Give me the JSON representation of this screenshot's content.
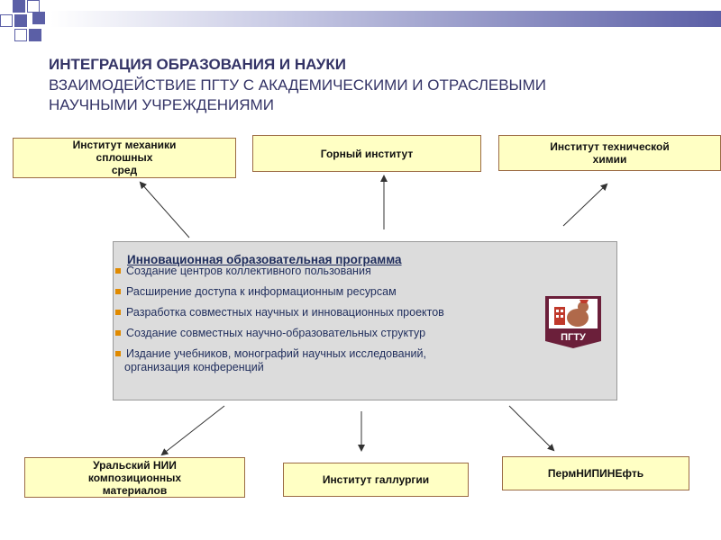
{
  "header": {
    "title": "ИНТЕГРАЦИЯ ОБРАЗОВАНИЯ И НАУКИ",
    "subtitle_line1": "ВЗАИМОДЕЙСТВИЕ ПГТУ С АКАДЕМИЧЕСКИМИ И ОТРАСЛЕВЫМИ",
    "subtitle_line2": "НАУЧНЫМИ УЧРЕЖДЕНИЯМИ"
  },
  "top_institutes": {
    "mechanics": "Институт механики\nсплошных\nсред",
    "mining": "Горный институт",
    "chemistry": "Институт технической\nхимии"
  },
  "bottom_institutes": {
    "ural": "Уральский НИИ\nкомпозиционных\nматериалов",
    "gallurgy": "Институт галлургии",
    "perm": "ПермНИПИНЕфть"
  },
  "program": {
    "title": "Инновационная образовательная программа",
    "items": [
      "Создание центров коллективного пользования",
      "Расширение доступа к информационным ресурсам",
      "Разработка совместных научных и инновационных проектов",
      "Создание совместных научно-образовательных структур",
      "Издание учебников, монографий научных исследований,"
    ],
    "item5_cont": "организация конференций",
    "logo_text": "ПГТУ"
  },
  "colors": {
    "accent": "#5b5fa6",
    "box_fill": "#ffffc4",
    "box_border": "#9b6b44",
    "bullet": "#e08a00",
    "logo_red": "#c0392b"
  }
}
